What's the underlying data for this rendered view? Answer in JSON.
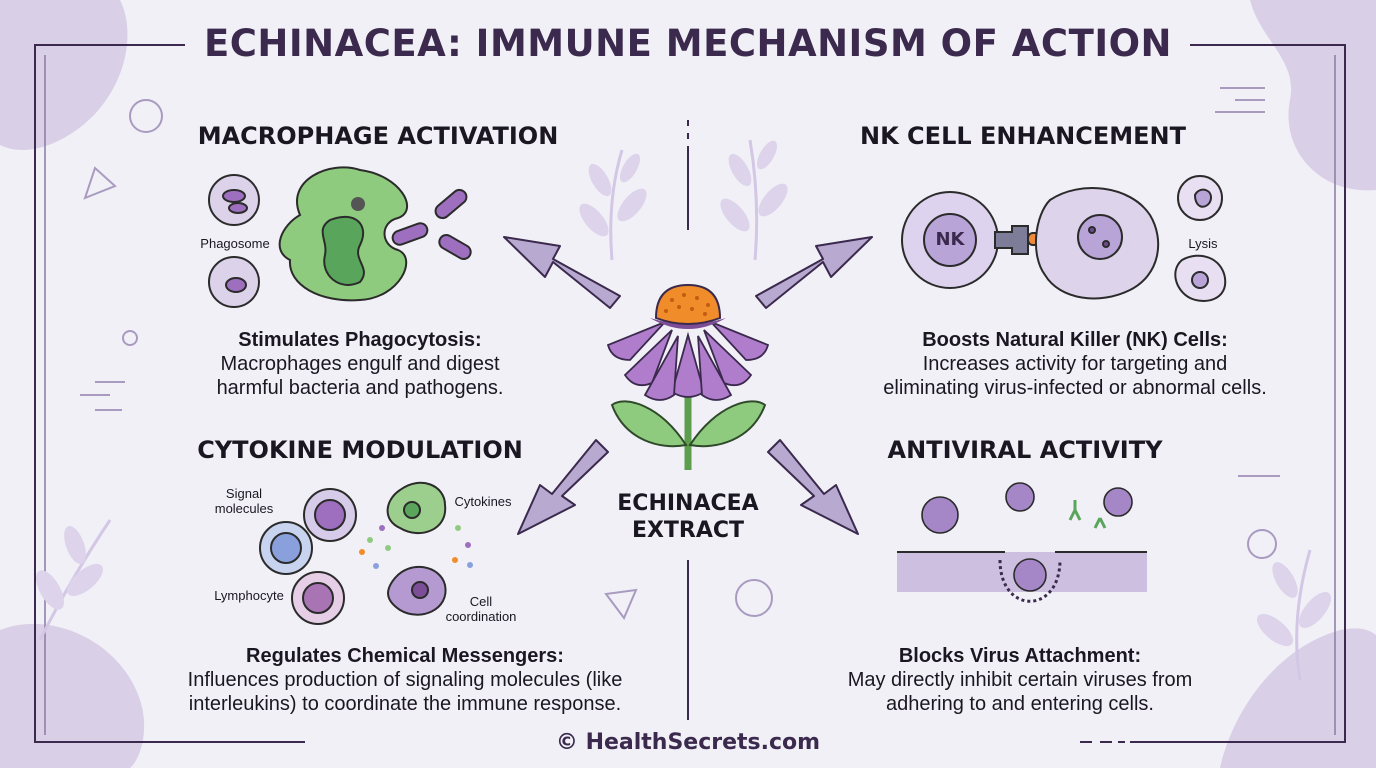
{
  "title": "ECHINACEA: IMMUNE MECHANISM OF ACTION",
  "center": {
    "line1": "ECHINACEA",
    "line2": "EXTRACT"
  },
  "sections": {
    "macrophage": {
      "title": "MACROPHAGE ACTIVATION",
      "label_phagosome": "Phagosome",
      "desc_head": "Stimulates Phagocytosis:",
      "desc_line1": "Macrophages engulf and digest",
      "desc_line2": "harmful bacteria and pathogens."
    },
    "nk": {
      "title": "NK CELL ENHANCEMENT",
      "cell_label": "NK",
      "label_lysis": "Lysis",
      "desc_head": "Boosts Natural Killer (NK) Cells:",
      "desc_line1": "Increases activity for targeting and",
      "desc_line2": "eliminating virus-infected or abnormal cells."
    },
    "cytokine": {
      "title": "CYTOKINE MODULATION",
      "label_signal_1": "Signal",
      "label_signal_2": "molecules",
      "label_cytokines": "Cytokines",
      "label_lymphocyte": "Lymphocyte",
      "label_cell_1": "Cell",
      "label_cell_2": "coordination",
      "desc_head": "Regulates Chemical Messengers:",
      "desc_line1": "Influences production of signaling molecules (like",
      "desc_line2": "interleukins) to coordinate the immune response."
    },
    "antiviral": {
      "title": "ANTIVIRAL ACTIVITY",
      "desc_head": "Blocks Virus Attachment:",
      "desc_line1": "May directly inhibit certain viruses from",
      "desc_line2": "adhering to and entering cells."
    }
  },
  "footer": "© HealthSecrets.com",
  "colors": {
    "background": "#f1f0f7",
    "title": "#3b2a4d",
    "arrow": "#b7a9d0",
    "macrophage": "#8ecb7e",
    "petal": "#a56fbe",
    "flower_center": "#f08c2a",
    "cell_purple": "#c3aedc"
  }
}
